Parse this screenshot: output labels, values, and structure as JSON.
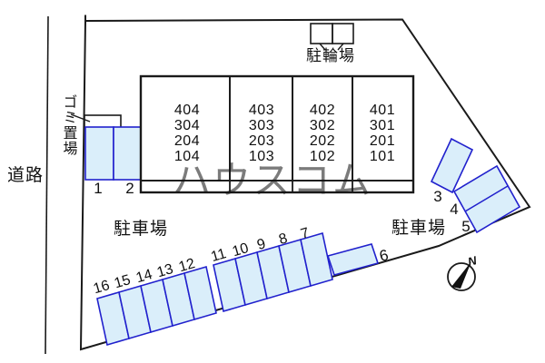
{
  "colors": {
    "site_fill": "#f0f0f0",
    "line_color": "#1a1a1a",
    "building_unit_fill": "#faf3c5",
    "corridor_fill": "#ffffff",
    "parking_space_fill": "#daeefa",
    "parking_space_stroke": "#2121cd",
    "watermark_color": "#ffffff"
  },
  "labels": {
    "road": "道路",
    "garbage": "ゴミ置場",
    "bicycle_parking": "駐輪場",
    "parking_left": "駐車場",
    "parking_right": "駐車場",
    "compass_north": "N",
    "watermark": "ハウスコム"
  },
  "building": {
    "units": [
      {
        "rooms": [
          "404",
          "304",
          "204",
          "104"
        ]
      },
      {
        "rooms": [
          "403",
          "303",
          "203",
          "103"
        ]
      },
      {
        "rooms": [
          "402",
          "302",
          "202",
          "102"
        ]
      },
      {
        "rooms": [
          "401",
          "301",
          "201",
          "101"
        ]
      }
    ]
  },
  "parking": {
    "left_spaces": [
      "1",
      "2"
    ],
    "right_spaces": [
      "3",
      "4",
      "5"
    ],
    "side_space": "6",
    "bottom_row_right": [
      "11",
      "10",
      "9",
      "8",
      "7"
    ],
    "bottom_row_left": [
      "16",
      "15",
      "14",
      "13",
      "12"
    ]
  }
}
